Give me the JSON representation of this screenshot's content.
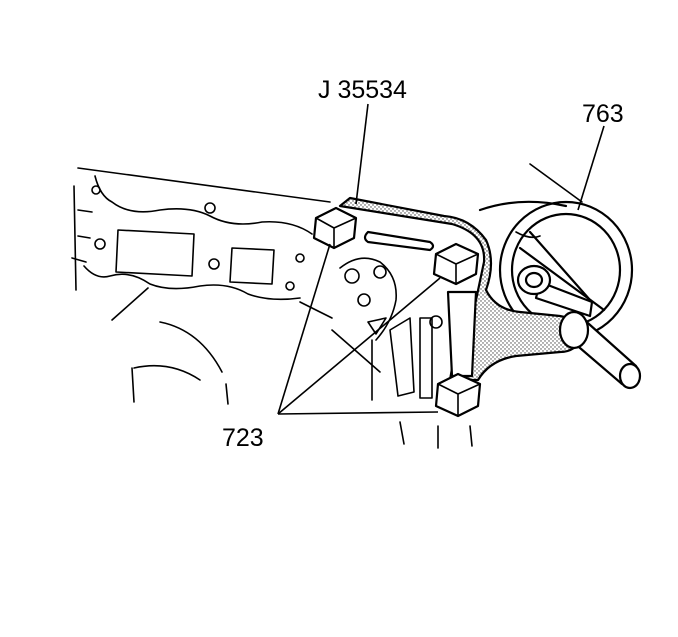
{
  "callouts": {
    "tool": "J 35534",
    "part_763": "763",
    "part_723": "723"
  }
}
